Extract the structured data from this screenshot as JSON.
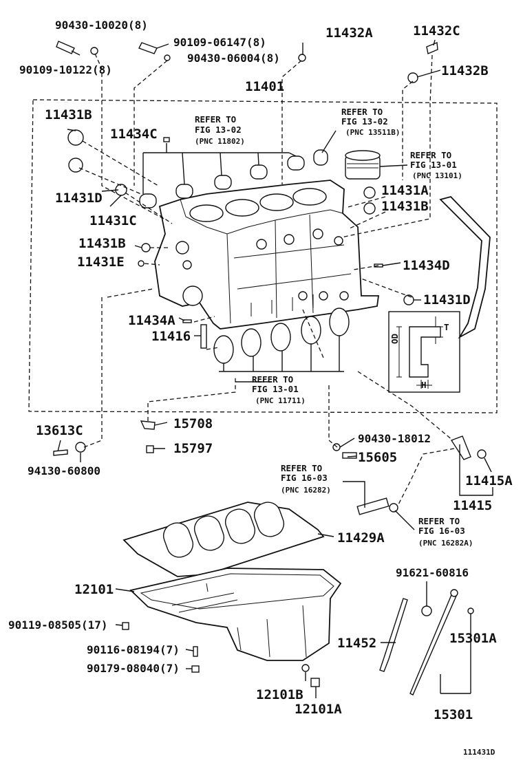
{
  "diagram": {
    "footer_code": "111431D",
    "labels": {
      "l_90430_10020": "90430-10020(8)",
      "l_90109_10122": "90109-10122(8)",
      "l_90109_06147": "90109-06147(8)",
      "l_90430_06004": "90430-06004(8)",
      "l_11432A": "11432A",
      "l_11432C": "11432C",
      "l_11432B": "11432B",
      "l_11401": "11401",
      "l_11431B_1": "11431B",
      "l_11434C": "11434C",
      "l_11431D_1": "11431D",
      "l_11431C": "11431C",
      "l_11431B_2": "11431B",
      "l_11431E": "11431E",
      "l_11431A": "11431A",
      "l_11431B_3": "11431B",
      "l_11434D": "11434D",
      "l_11431D_2": "11431D",
      "l_11434A": "11434A",
      "l_11416": "11416",
      "l_15708": "15708",
      "l_15797": "15797",
      "l_13613C": "13613C",
      "l_94130_60800": "94130-60800",
      "l_90430_18012": "90430-18012",
      "l_15605": "15605",
      "l_11415A": "11415A",
      "l_11415": "11415",
      "l_11429A": "11429A",
      "l_12101": "12101",
      "l_91621_60816": "91621-60816",
      "l_90119_08505": "90119-08505(17)",
      "l_90116_08194": "90116-08194(7)",
      "l_90179_08040": "90179-08040(7)",
      "l_11452": "11452",
      "l_15301A": "15301A",
      "l_12101B": "12101B",
      "l_12101A": "12101A",
      "l_15301": "15301",
      "inset_T": "T",
      "inset_OD": "OD",
      "inset_H": "H"
    },
    "refs": {
      "r1_a": "REFER TO",
      "r1_b": "FIG 13-02",
      "r1_c": "(PNC 11802)",
      "r2_a": "REFER TO",
      "r2_b": "FIG 13-02",
      "r2_c": "(PNC 13511B)",
      "r3_a": "REFER TO",
      "r3_b": "FIG 13-01",
      "r3_c": "(PNC 13101)",
      "r4_a": "REFER TO",
      "r4_b": "FIG 13-01",
      "r4_c": "(PNC 11711)",
      "r5_a": "REFER TO",
      "r5_b": "FIG 16-03",
      "r5_c": "(PNC 16282)",
      "r6_a": "REFER TO",
      "r6_b": "FIG 16-03",
      "r6_c": "(PNC 16282A)"
    }
  }
}
